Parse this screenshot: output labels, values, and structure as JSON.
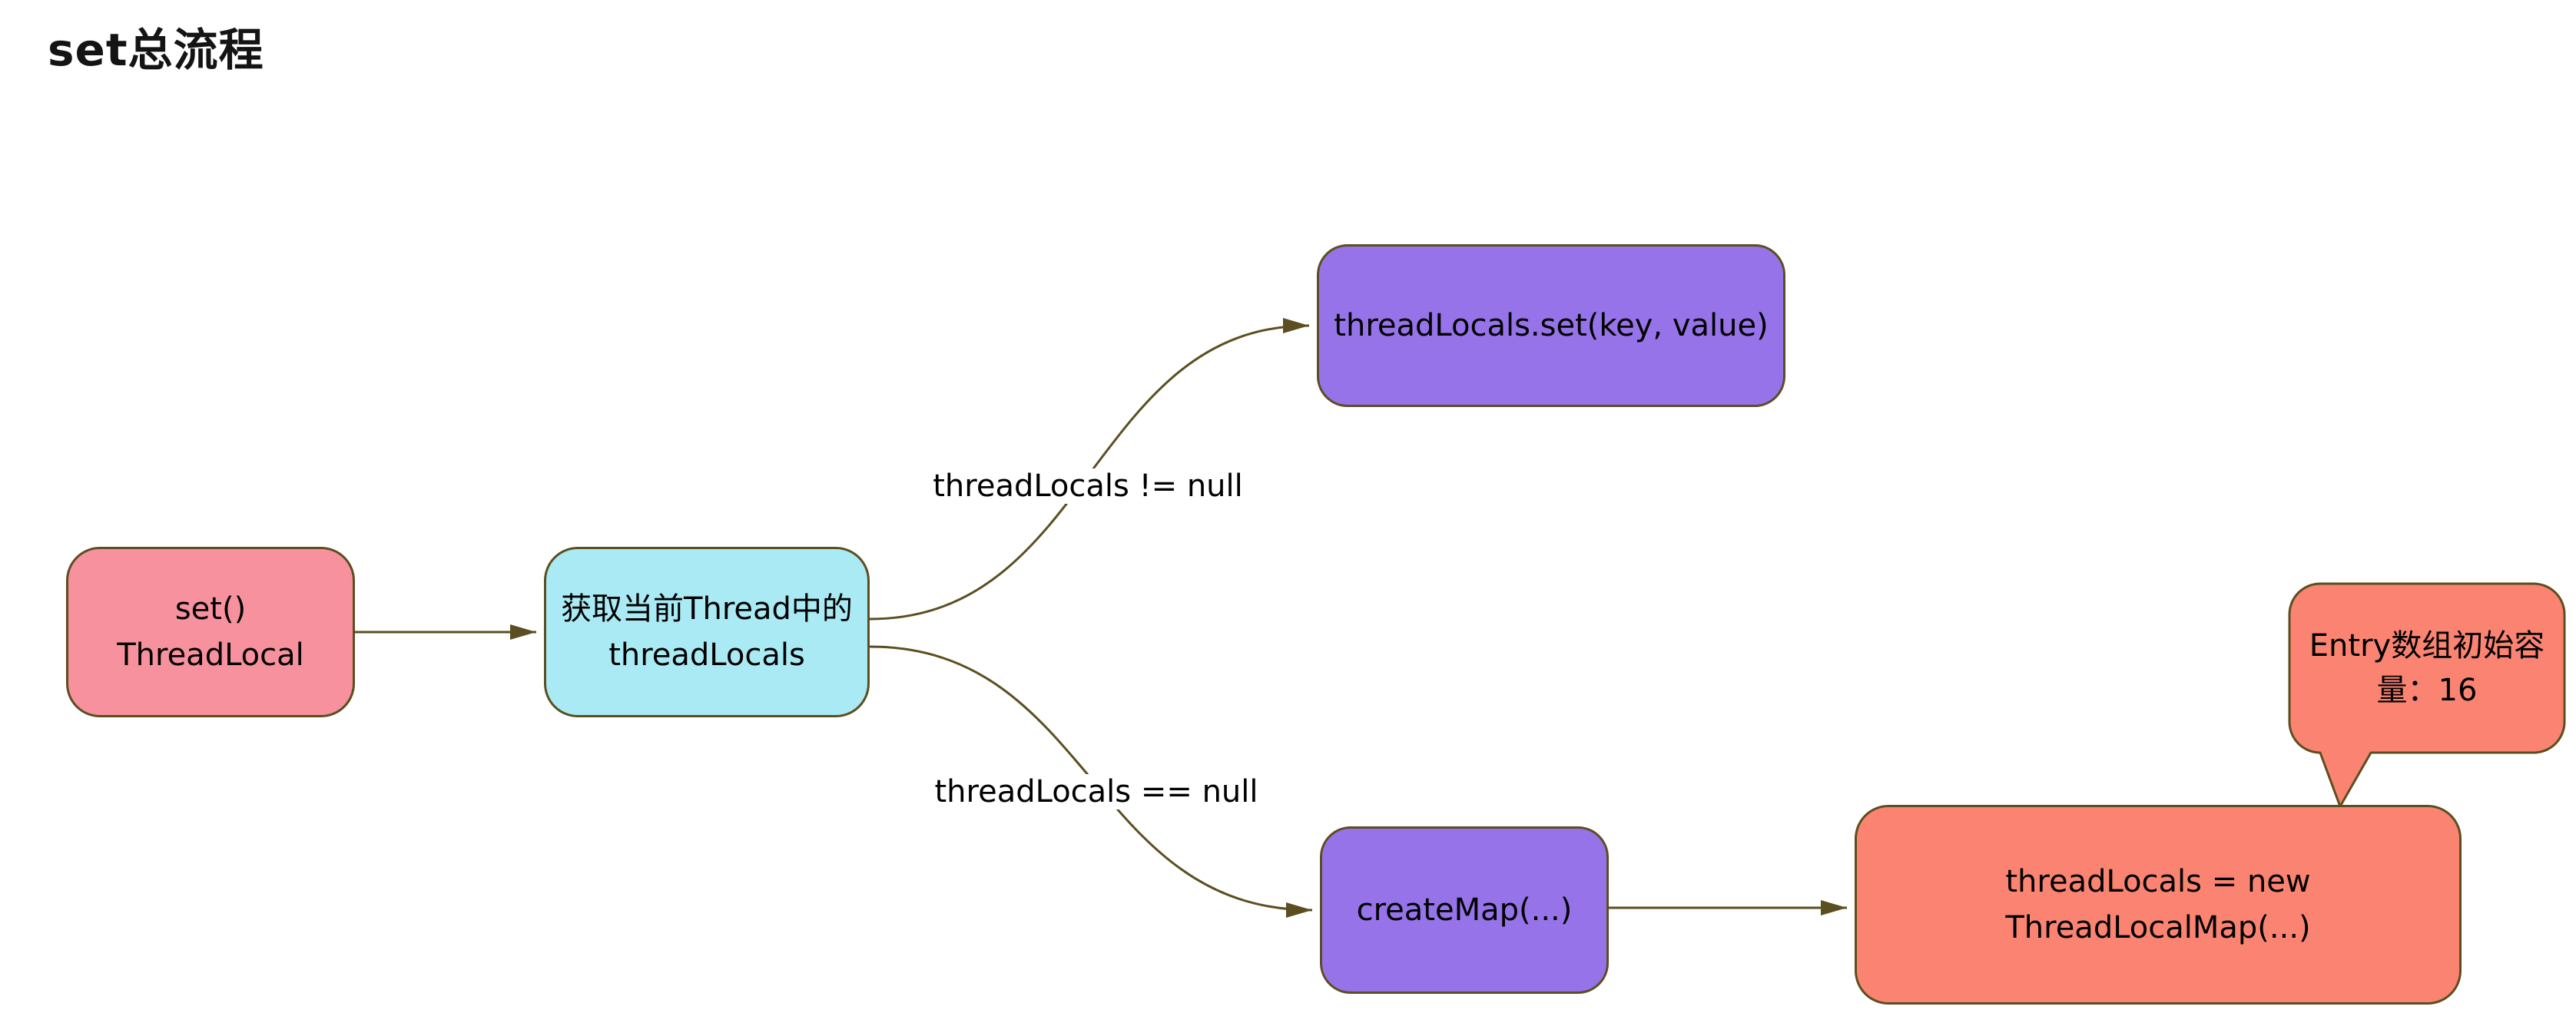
{
  "title": "set总流程",
  "nodes": {
    "start": {
      "line1": "set()",
      "line2": "ThreadLocal"
    },
    "get_threadlocals": {
      "line1": "获取当前Thread中的",
      "line2": "threadLocals"
    },
    "set_call": {
      "label": "threadLocals.set(key, value)"
    },
    "create_map": {
      "label": "createMap(...)"
    },
    "new_map": {
      "label": "threadLocals = new ThreadLocalMap(...)"
    },
    "note": {
      "line1": "Entry数组初始容",
      "line2": "量：16"
    }
  },
  "edges": {
    "not_null_label": "threadLocals != null",
    "null_label": "threadLocals == null"
  },
  "colors": {
    "stroke": "#5B4E20",
    "start_fill": "#F7919E",
    "get_fill": "#A9EAF4",
    "purple_fill": "#9673E8",
    "salmon_fill": "#FA8471",
    "text": "#000000",
    "background": "#FFFFFF"
  }
}
